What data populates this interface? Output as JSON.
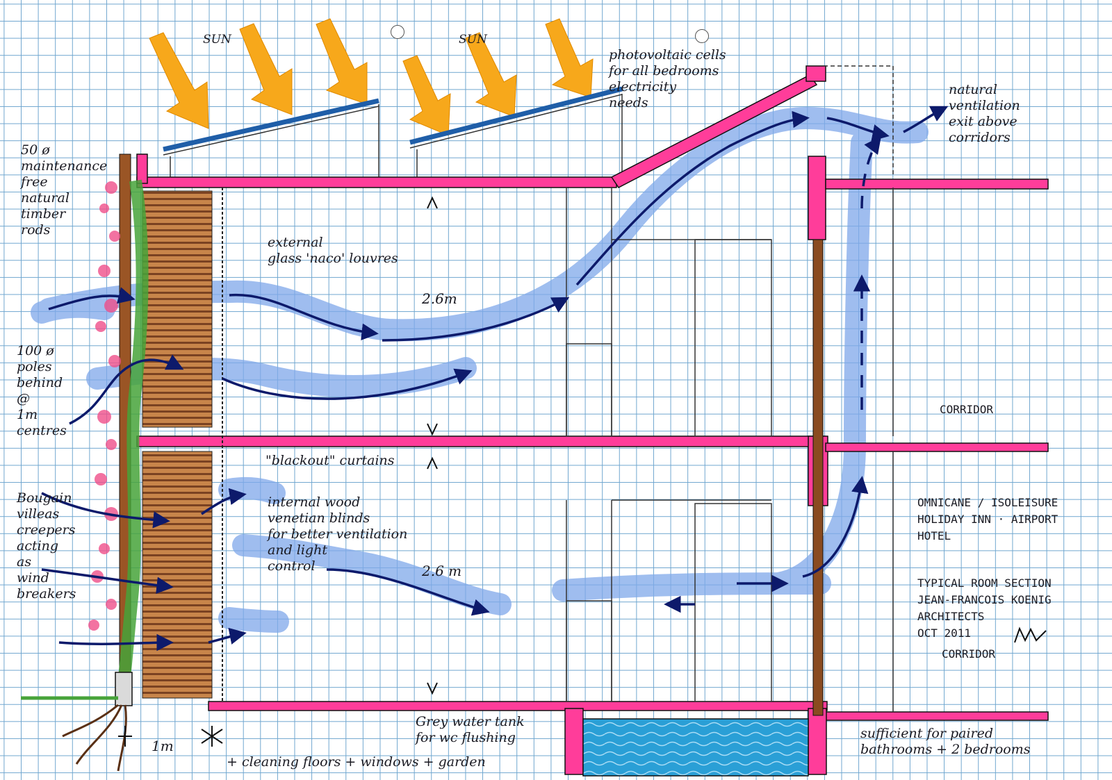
{
  "sun_labels": [
    "SUN",
    "SUN"
  ],
  "annotations": {
    "photovoltaic": [
      "photovoltaic cells",
      "for all bedrooms",
      "electricity",
      "needs"
    ],
    "natural_vent": [
      "natural",
      "ventilation",
      "exit above",
      "corridors"
    ],
    "timber_rods": [
      "50 ø",
      "maintenance",
      "free",
      "natural",
      "timber",
      "rods"
    ],
    "poles": [
      "100 ø",
      "poles",
      "behind",
      "@",
      "1m",
      "centres"
    ],
    "bougainvillea": [
      "Bougain",
      "villeas",
      "creepers",
      "acting",
      "as",
      "wind",
      "breakers"
    ],
    "louvres": [
      "external",
      "glass 'naco' louvres"
    ],
    "blackout": "\"blackout\" curtains",
    "venetian": [
      "internal wood",
      "venetian blinds",
      "for better ventilation",
      "and light",
      "control"
    ],
    "greywater": [
      "Grey water tank",
      "for wc flushing"
    ],
    "cleaning": "+ cleaning floors + windows + garden",
    "sufficient": [
      "sufficient for paired",
      "bathrooms + 2 bedrooms"
    ]
  },
  "dimensions": {
    "upper_height": "2.6m",
    "lower_height": "2.6 m",
    "width": "1m"
  },
  "corridor_labels": [
    "CORRIDOR",
    "CORRIDOR"
  ],
  "title_block": {
    "client": [
      "OMNICANE / ISOLEISURE",
      "HOLIDAY INN · AIRPORT",
      "HOTEL"
    ],
    "drawing": [
      "TYPICAL ROOM SECTION",
      "JEAN-FRANCOIS KOENIG",
      "ARCHITECTS",
      "OCT 2011"
    ]
  },
  "colors": {
    "grid": "#6fa6cf",
    "structure": "#ff3d9a",
    "airflow": "#7fa8ea",
    "arrows": "#0d1a6b",
    "sun": "#f7a81b",
    "timber": "#a8612d",
    "foliage": "#47a33a",
    "water": "#2a9fd6"
  }
}
